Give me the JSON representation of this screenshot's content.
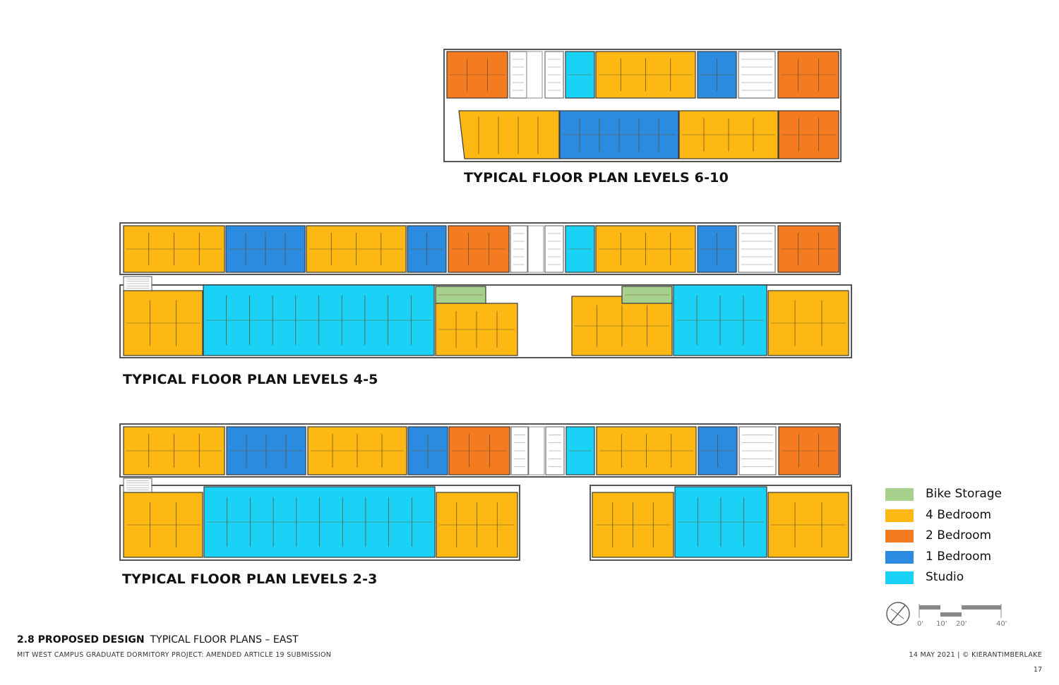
{
  "plans": {
    "levels_6_10": {
      "title": "TYPICAL FLOOR PLAN LEVELS 6-10"
    },
    "levels_4_5": {
      "title": "TYPICAL FLOOR PLAN LEVELS 4-5"
    },
    "levels_2_3": {
      "title": "TYPICAL FLOOR PLAN LEVELS 2-3"
    }
  },
  "legend": [
    {
      "key": "bike",
      "label": "Bike Storage",
      "color": "#a9d18e"
    },
    {
      "key": "four",
      "label": "4 Bedroom",
      "color": "#fdb813"
    },
    {
      "key": "two",
      "label": "2 Bedroom",
      "color": "#f47b20"
    },
    {
      "key": "one",
      "label": "1 Bedroom",
      "color": "#2b8be0"
    },
    {
      "key": "studio",
      "label": "Studio",
      "color": "#1ad2f5"
    }
  ],
  "scale_bar": {
    "ticks": [
      "0'",
      "10'",
      "20'",
      "40'"
    ]
  },
  "footer": {
    "section": "2.8 PROPOSED DESIGN",
    "subtitle": "TYPICAL FLOOR PLANS – EAST",
    "project": "MIT WEST CAMPUS GRADUATE DORMITORY PROJECT: AMENDED ARTICLE 19 SUBMISSION",
    "date_credit": "14 MAY 2021 | © KIERANTIMBERLAKE",
    "page_number": "17"
  }
}
